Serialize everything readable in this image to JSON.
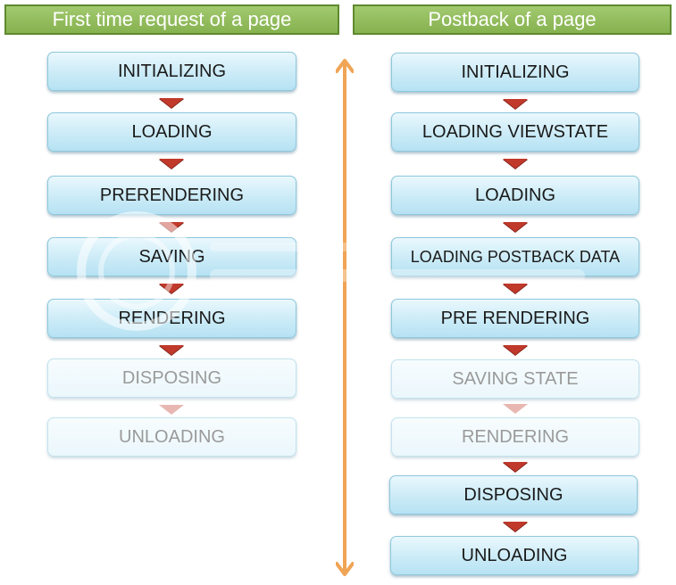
{
  "left": {
    "title": "First time request of a page",
    "steps": [
      {
        "label": "INITIALIZING",
        "faded": false
      },
      {
        "label": "LOADING",
        "faded": false
      },
      {
        "label": "PRERENDERING",
        "faded": false
      },
      {
        "label": "SAVING",
        "faded": false
      },
      {
        "label": "RENDERING",
        "faded": false
      },
      {
        "label": "DISPOSING",
        "faded": true
      },
      {
        "label": "UNLOADING",
        "faded": true
      }
    ]
  },
  "right": {
    "title": "Postback of a page",
    "steps": [
      {
        "label": "INITIALIZING",
        "faded": false
      },
      {
        "label": "LOADING VIEWSTATE",
        "faded": false
      },
      {
        "label": "LOADING",
        "faded": false
      },
      {
        "label": "LOADING POSTBACK DATA",
        "faded": false
      },
      {
        "label": "PRE RENDERING",
        "faded": false
      },
      {
        "label": "SAVING STATE",
        "faded": true
      },
      {
        "label": "RENDERING",
        "faded": true
      },
      {
        "label": "DISPOSING",
        "faded": false
      },
      {
        "label": "UNLOADING",
        "faded": false
      }
    ]
  },
  "colors": {
    "header_bg": "#92bd5c",
    "step_bg": "#c5e8f6",
    "arrow": "#c0392b",
    "divider": "#f0a455"
  },
  "icons": {
    "flow_arrow": "chevron-down-icon",
    "divider": "double-arrow-vertical-icon",
    "watermark": "photobucket-watermark"
  }
}
